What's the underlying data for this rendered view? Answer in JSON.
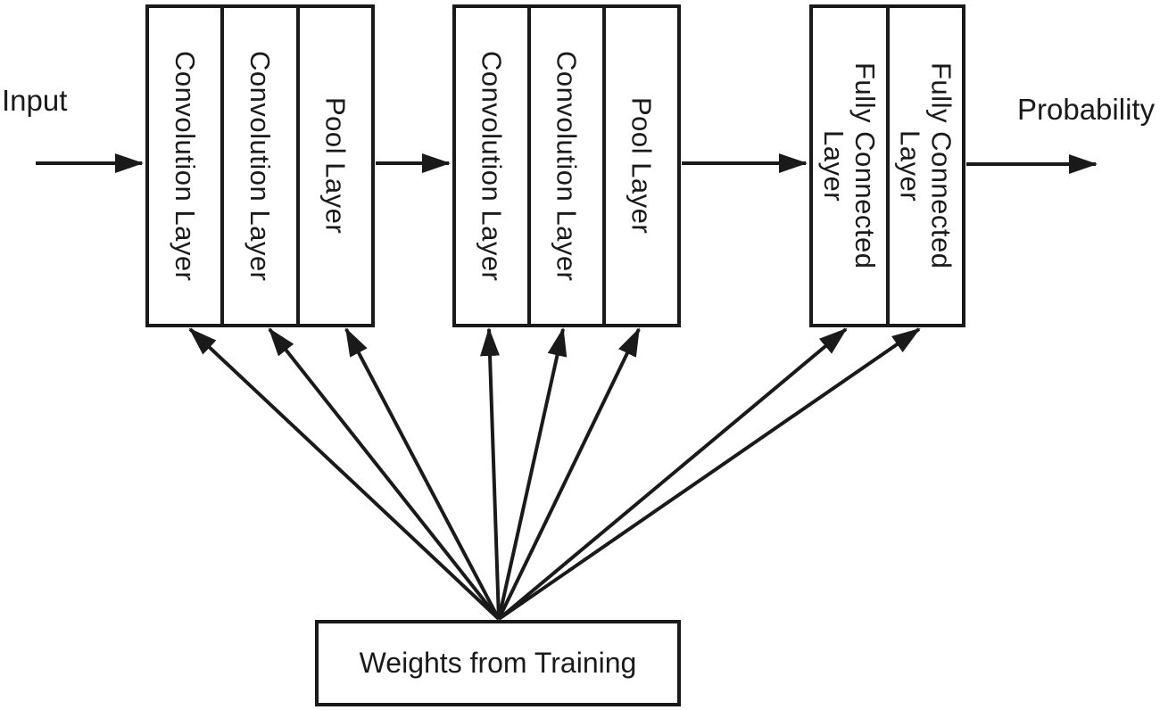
{
  "diagram": {
    "input_label": "Input",
    "output_label": "Probability",
    "weights_label": "Weights from Training",
    "blocks": [
      {
        "name": "conv-pool-block-1",
        "columns": [
          "Convolution Layer",
          "Convolution Layer",
          "Pool Layer"
        ]
      },
      {
        "name": "conv-pool-block-2",
        "columns": [
          "Convolution Layer",
          "Convolution Layer",
          "Pool Layer"
        ]
      },
      {
        "name": "fully-connected-block",
        "columns": [
          "Fully Connected\nLayer",
          "Fully Connected\nLayer"
        ]
      }
    ],
    "connections": [
      {
        "from": "input",
        "to": "conv-pool-block-1"
      },
      {
        "from": "conv-pool-block-1",
        "to": "conv-pool-block-2"
      },
      {
        "from": "conv-pool-block-2",
        "to": "fully-connected-block"
      },
      {
        "from": "fully-connected-block",
        "to": "probability-output"
      },
      {
        "from": "weights-box",
        "to": "every-layer-column",
        "count": 8
      }
    ],
    "colors": {
      "line": "#1a1a1a",
      "background": "#ffffff"
    }
  }
}
